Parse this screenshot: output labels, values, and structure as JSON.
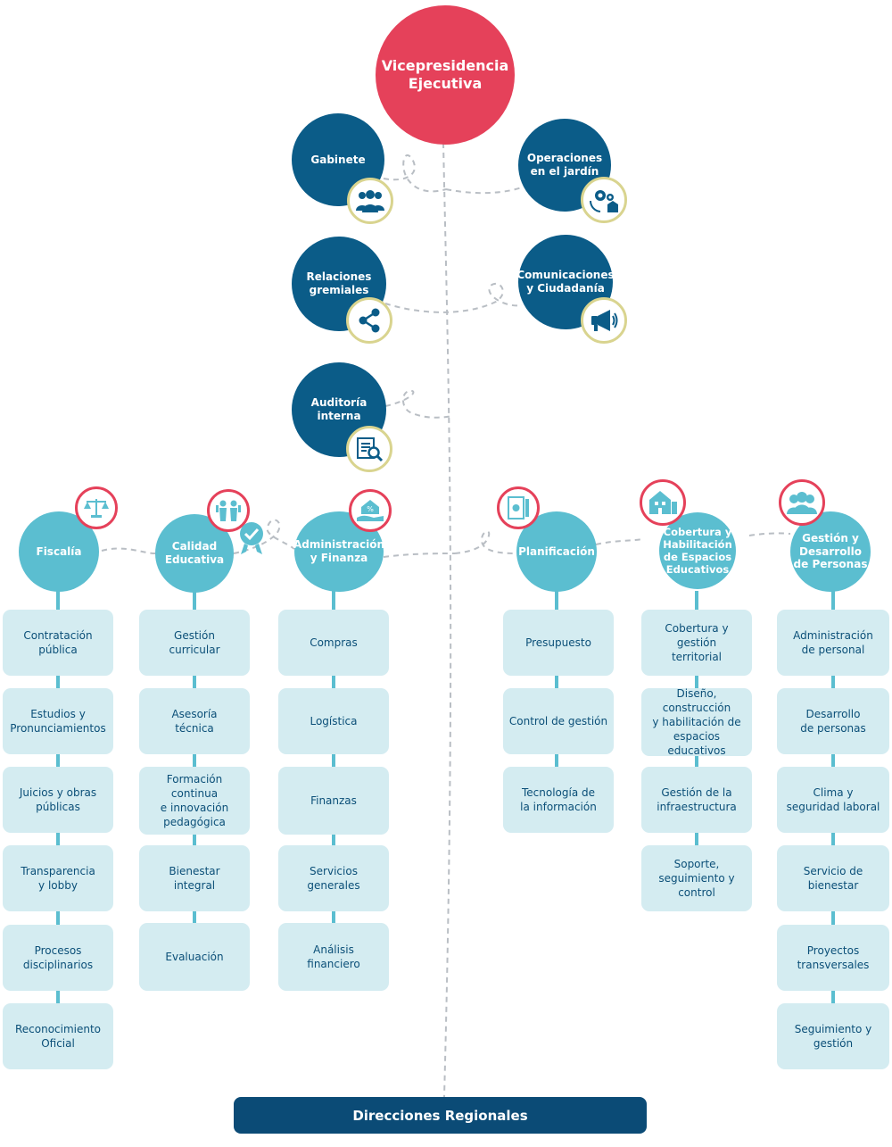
{
  "top": {
    "vicepresidencia": "Vicepresidencia\nEjecutiva",
    "gabinete": "Gabinete",
    "operaciones": "Operaciones\nen el jardín",
    "relaciones": "Relaciones\ngremiales",
    "comunicaciones": "Comunicaciones\ny Ciudadanía",
    "auditoria": "Auditoría\ninterna"
  },
  "columns": [
    {
      "title": "Fiscalía",
      "icon": "scales-icon",
      "items": [
        "Contratación\npública",
        "Estudios y\nPronunciamientos",
        "Juicios y obras\npúblicas",
        "Transparencia\ny lobby",
        "Procesos\ndisciplinarios",
        "Reconocimiento\nOficial"
      ]
    },
    {
      "title": "Calidad\nEducativa",
      "icon": "children-icon",
      "items": [
        "Gestión\ncurricular",
        "Asesoría\ntécnica",
        "Formación continua\ne innovación\npedagógica",
        "Bienestar\nintegral",
        "Evaluación"
      ]
    },
    {
      "title": "Administración\ny Finanza",
      "icon": "hand-house-icon",
      "items": [
        "Compras",
        "Logística",
        "Finanzas",
        "Servicios\ngenerales",
        "Análisis\nfinanciero"
      ]
    },
    {
      "title": "Planificación",
      "icon": "planning-icon",
      "items": [
        "Presupuesto",
        "Control de gestión",
        "Tecnología de\nla información"
      ]
    },
    {
      "title": "Cobertura y\nHabilitación de Espacios\nEducativos",
      "icon": "buildings-icon",
      "items": [
        "Cobertura y\ngestión\nterritorial",
        "Diseño, construcción\ny habilitación de\nespacios educativos",
        "Gestión de la\ninfraestructura",
        "Soporte,\nseguimiento y\ncontrol"
      ]
    },
    {
      "title": "Gestión y\nDesarrollo\nde Personas",
      "icon": "people-group-icon",
      "items": [
        "Administración\nde personal",
        "Desarrollo\nde personas",
        "Clima y\nseguridad laboral",
        "Servicio de\nbienestar",
        "Proyectos\ntransversales",
        "Seguimiento y\ngestión"
      ]
    }
  ],
  "footer": "Direcciones Regionales",
  "colors": {
    "red": "#e5415a",
    "navy": "#0b5c88",
    "teal": "#5bbed0",
    "box": "#d4ecf1",
    "text": "#0b4f78"
  }
}
